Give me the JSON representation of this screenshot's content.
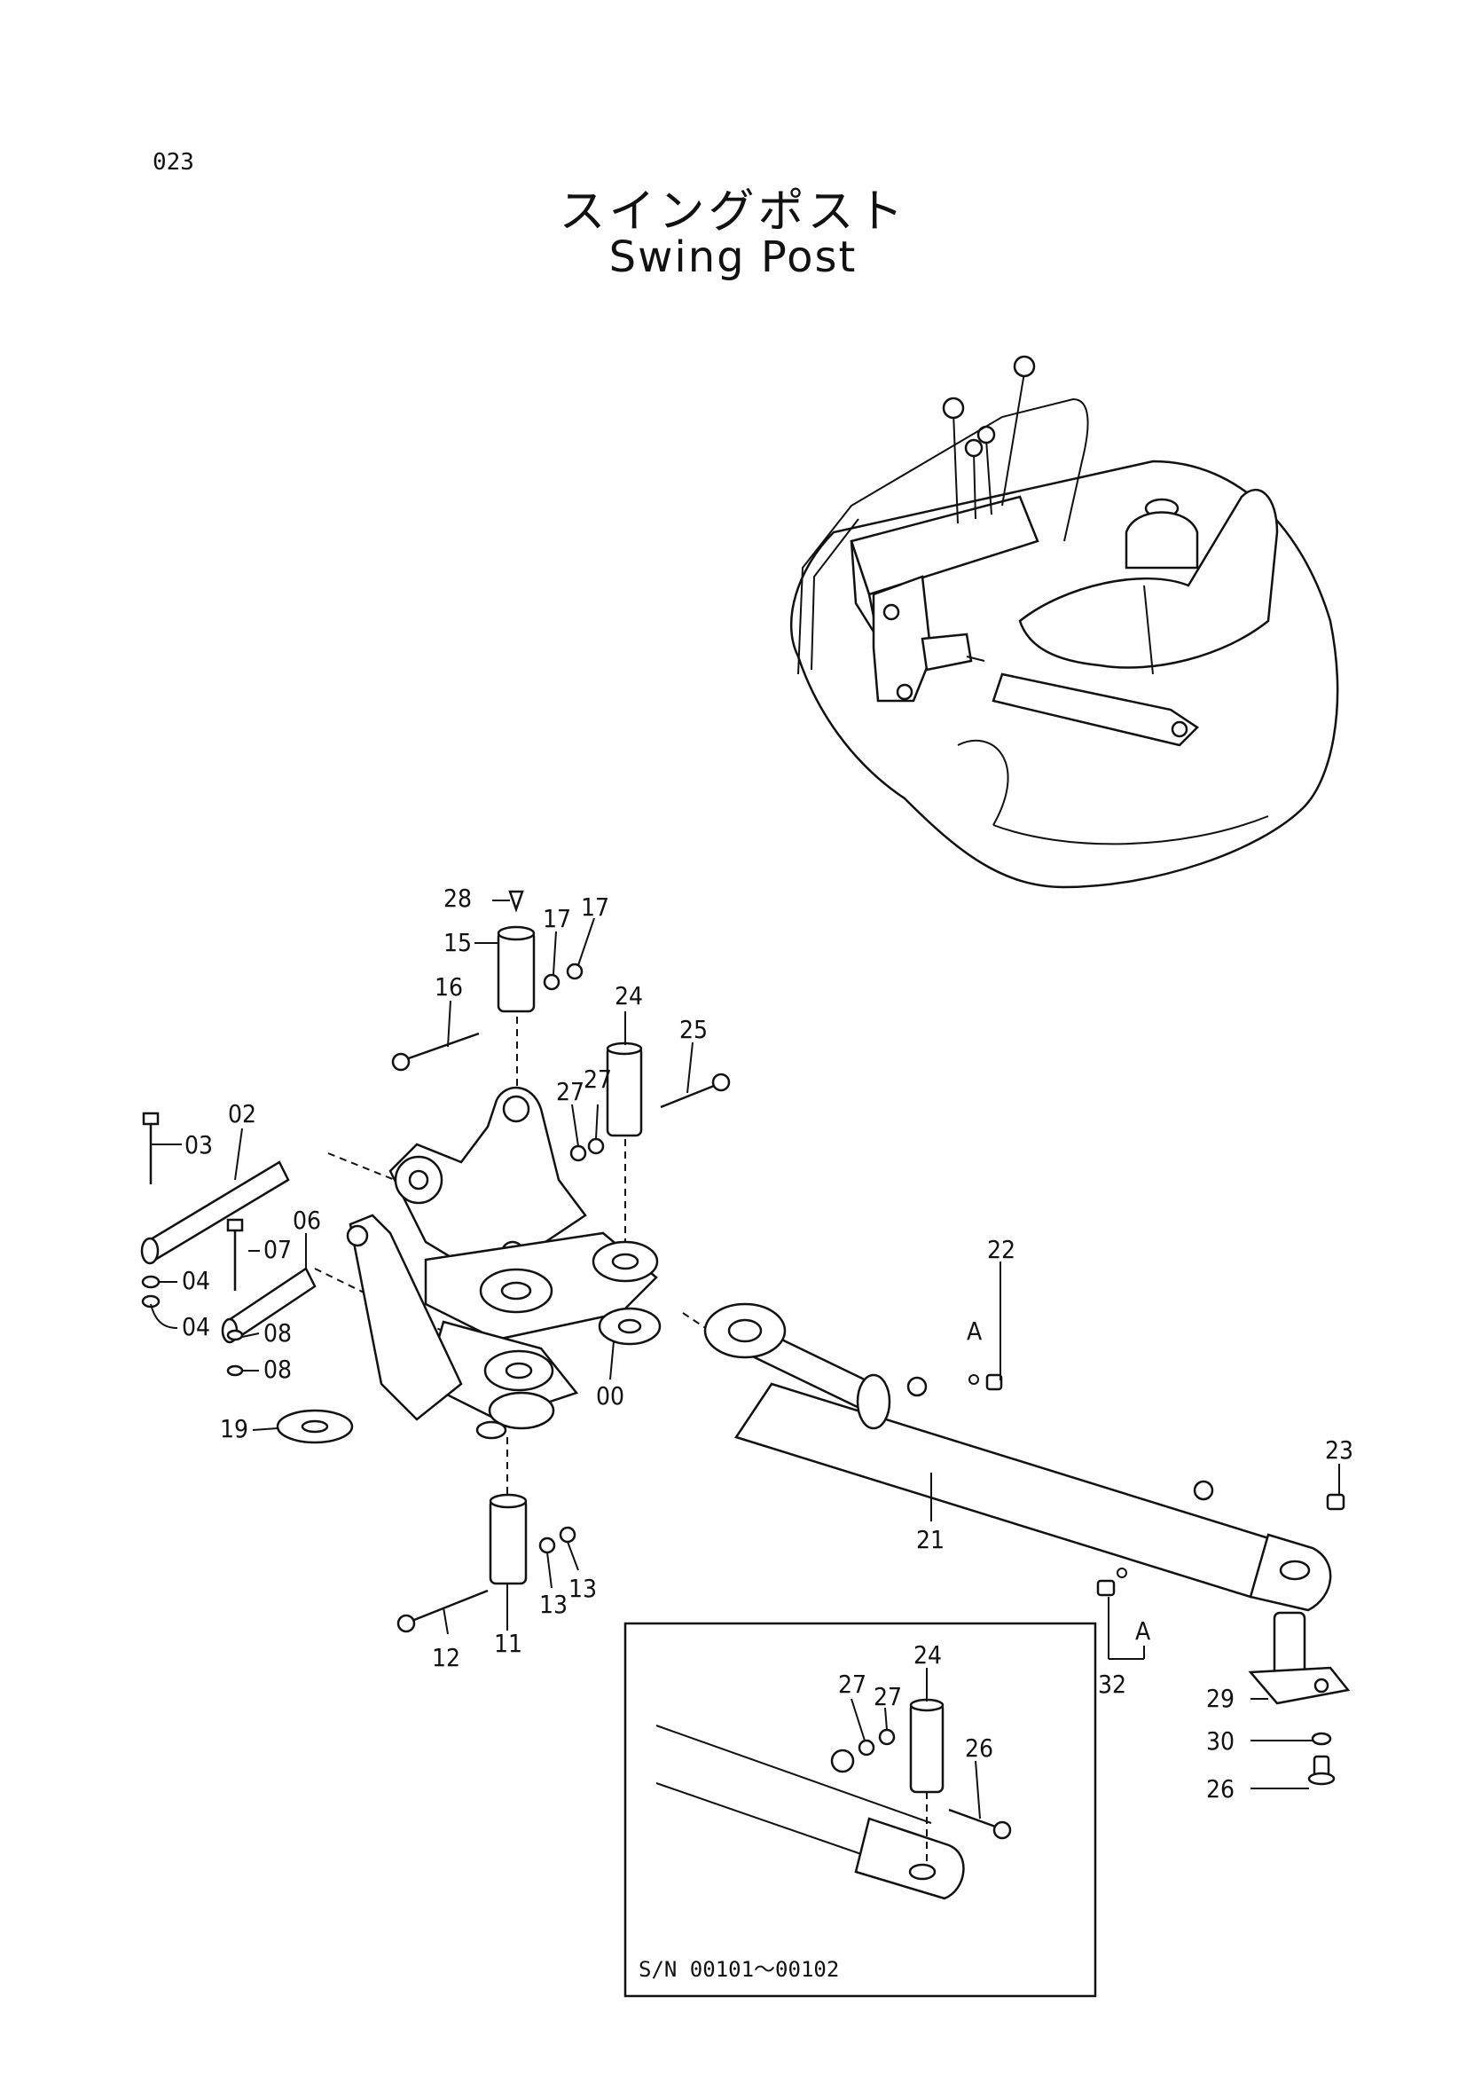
{
  "page_number": "023",
  "title_jp": "スイングポスト",
  "title_en": "Swing Post",
  "inset_note": "S/N 00101～00102",
  "section_marks": [
    "A",
    "A"
  ],
  "callouts": {
    "c28": "28",
    "c15": "15",
    "c17a": "17",
    "c17b": "17",
    "c16": "16",
    "c24": "24",
    "c25": "25",
    "c27a": "27",
    "c27b": "27",
    "c03": "03",
    "c02": "02",
    "c06": "06",
    "c07": "07",
    "c04a": "04",
    "c04b": "04",
    "c08a": "08",
    "c08b": "08",
    "c19": "19",
    "c00": "00",
    "c22": "22",
    "c21": "21",
    "c23": "23",
    "c11": "11",
    "c12": "12",
    "c13a": "13",
    "c13b": "13",
    "c32": "32",
    "c29": "29",
    "c30": "30",
    "c26a": "26",
    "i24": "24",
    "i27a": "27",
    "i27b": "27",
    "i26": "26"
  }
}
